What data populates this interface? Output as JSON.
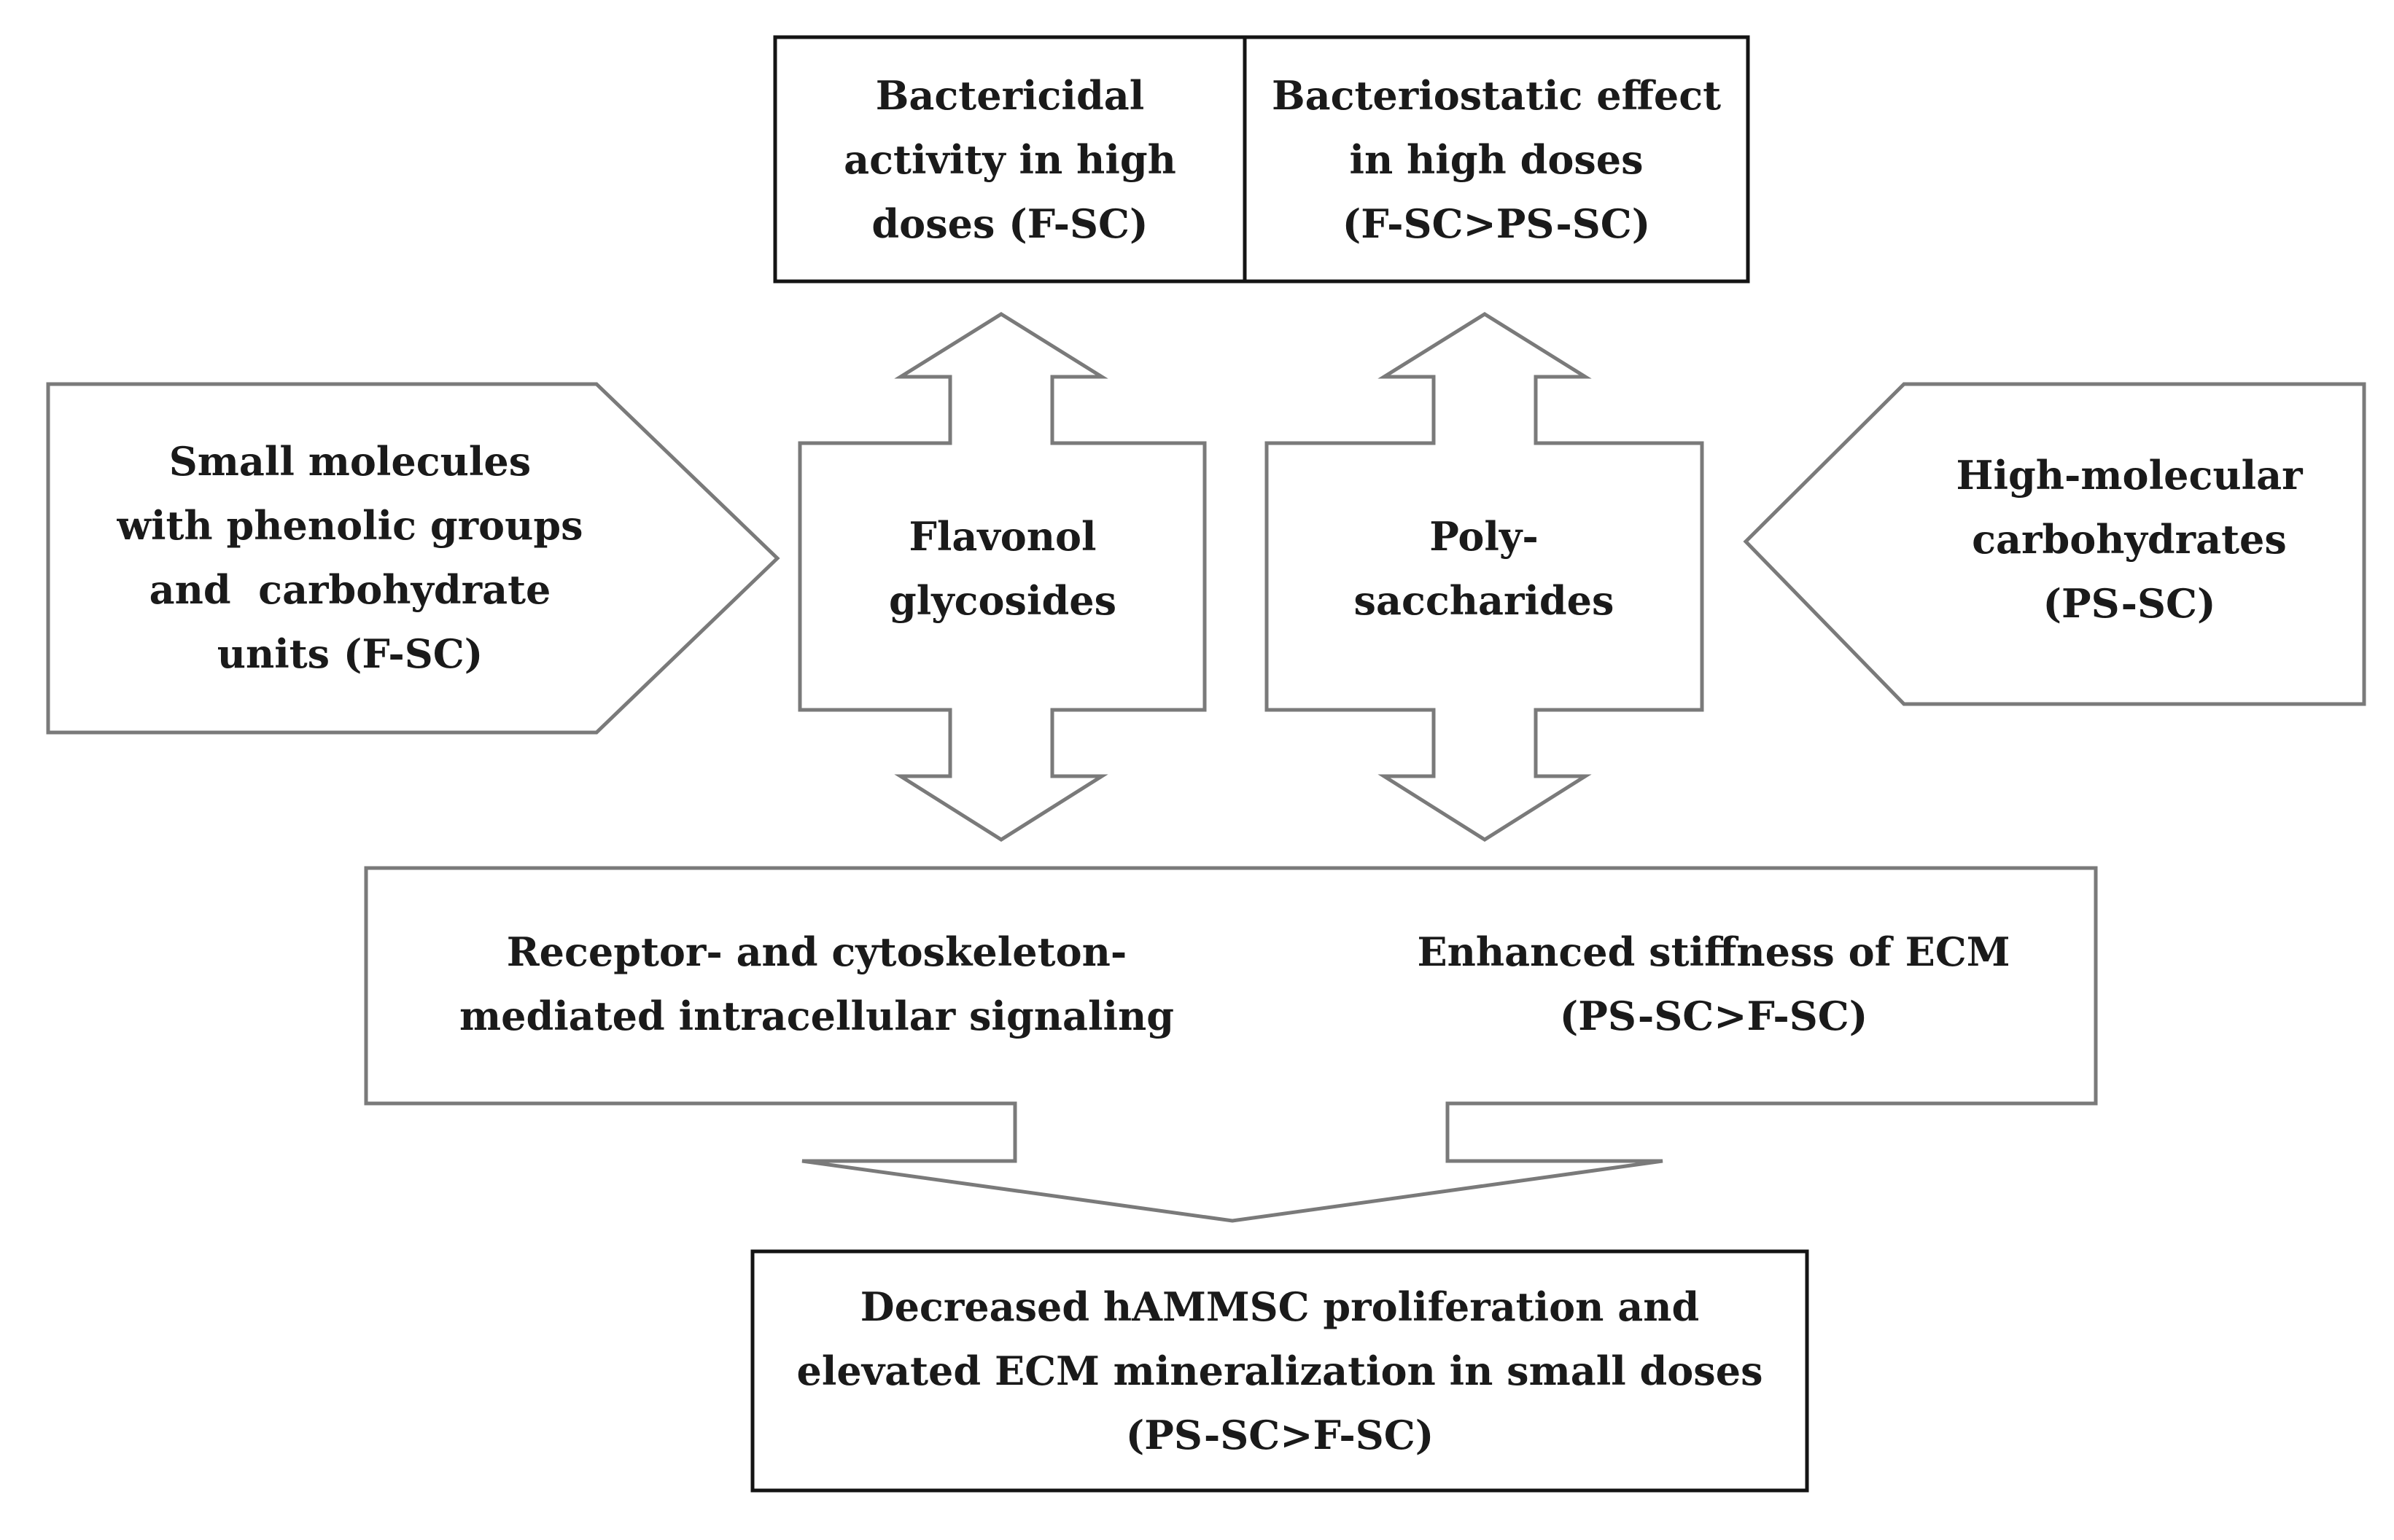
{
  "top_box": {
    "left_lines": [
      "Bactericidal",
      "activity in high",
      "doses (F-SC)"
    ],
    "right_lines": [
      "Bacteriostatic effect",
      "in high doses",
      "(F-SC>PS-SC)"
    ]
  },
  "left_arrow": {
    "lines": [
      "Small molecules",
      "with phenolic groups",
      "and  carbohydrate",
      "units (F-SC)"
    ]
  },
  "flavonol_arrow": {
    "lines": [
      "Flavonol",
      "glycosides"
    ]
  },
  "polysaccharide_arrow": {
    "lines": [
      "Poly-",
      "saccharides"
    ]
  },
  "right_arrow": {
    "lines": [
      "High-molecular",
      "carbohydrates",
      "(PS-SC)"
    ]
  },
  "middle_box": {
    "left_lines": [
      "Receptor- and cytoskeleton-",
      "mediated intracellular signaling"
    ],
    "right_lines": [
      "Enhanced stiffness of ECM",
      "(PS-SC>F-SC)"
    ]
  },
  "bottom_box": {
    "lines": [
      "Decreased hAMMSC proliferation and",
      "elevated ECM mineralization in small doses",
      "(PS-SC>F-SC)"
    ]
  }
}
